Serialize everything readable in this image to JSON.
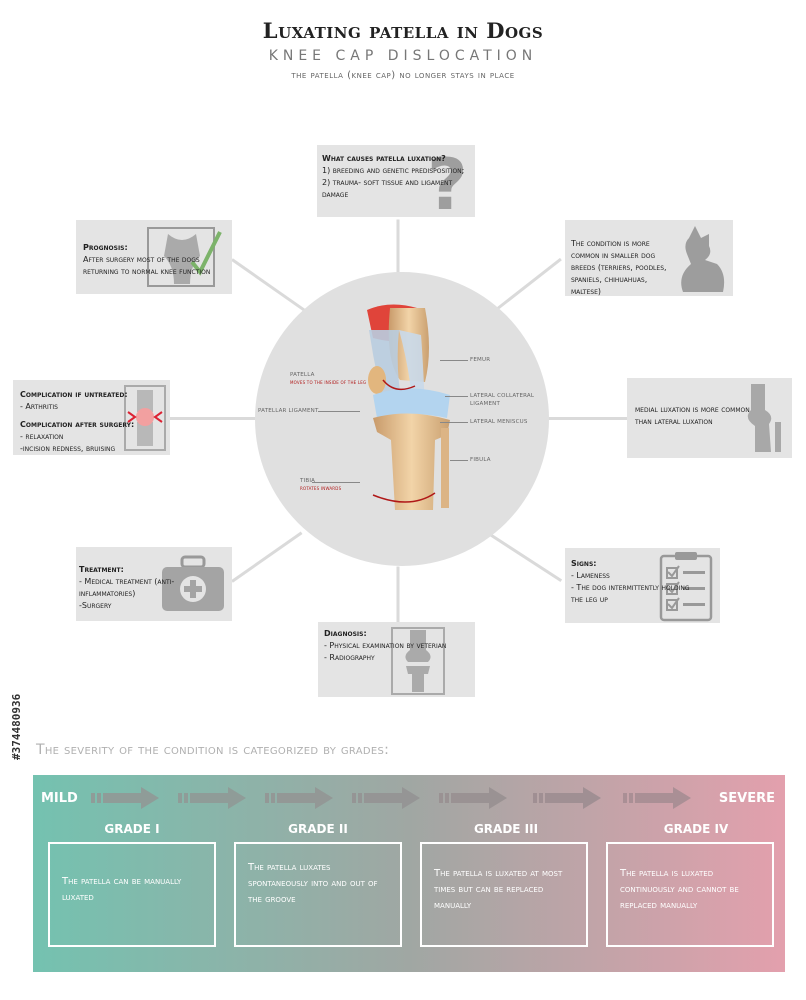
{
  "header": {
    "title": "Luxating patella in Dogs",
    "subtitle": "KNEE CAP DISLOCATION",
    "tagline": "THE PATELLA (KNEE CAP) NO LONGER STAYS IN PLACE"
  },
  "boxes": {
    "causes": {
      "heading": "What causes patella luxation?",
      "line1": "1) breeding and genetic predisposition;",
      "line2": "2) trauma- soft tissue and ligament damage"
    },
    "prognosis": {
      "heading": "Prognosis:",
      "text": "After surgery most of the dogs returning to normal knee function"
    },
    "breeds": {
      "text": "The condition is more common in smaller dog breeds (terriers, poodles, spaniels, chihuahuas, maltese)"
    },
    "complication": {
      "heading1": "Complication if untreated:",
      "item1": "- Arthritis",
      "heading2": "Complication after surgery:",
      "item2": "- relaxation",
      "item3": "-incision redness, bruising"
    },
    "medial": {
      "text": "medial luxation is more common than lateral luxation"
    },
    "treatment": {
      "heading": "Treatment:",
      "item1": "- Medical treatment (anti-inflammatories)",
      "item2": "-Surgery"
    },
    "signs": {
      "heading": "Signs:",
      "item1": "- Lameness",
      "item2": "- The dog intermittently holding the leg up"
    },
    "diagnosis": {
      "heading": "Diagnosis:",
      "item1": "- Physical examination by veterian",
      "item2": "- Radiography"
    }
  },
  "anatomy": {
    "patella": "PATELLA",
    "patella_note": "moves to the inside of the leg",
    "patellar_ligament": "PATELLAR LIGAMENT",
    "tibia": "TIBIA",
    "tibia_note": "rotates inwards",
    "femur": "FEMUR",
    "lateral_collateral": "LATERAL COLLATERAL LIGAMENT",
    "lateral_meniscus": "LATERAL MENISCUS",
    "fibula": "FIBULA"
  },
  "severity": {
    "heading": "The severity of the condition is categorized by grades:",
    "mild": "MILD",
    "severe": "SEVERE",
    "grades": [
      {
        "label": "GRADE I",
        "text": "The patella can be manually luxated"
      },
      {
        "label": "GRADE II",
        "text": "The patella luxates spontaneously into and out of the groove"
      },
      {
        "label": "GRADE III",
        "text": "The patella is luxated at most times but can be replaced manually"
      },
      {
        "label": "GRADE IV",
        "text": "The patella is luxated continuously and cannot be replaced manually"
      }
    ]
  },
  "stock_id": "#374480936",
  "colors": {
    "mild": "#74c2b0",
    "severe": "#e3a0ad",
    "box": "#e4e4e4"
  }
}
